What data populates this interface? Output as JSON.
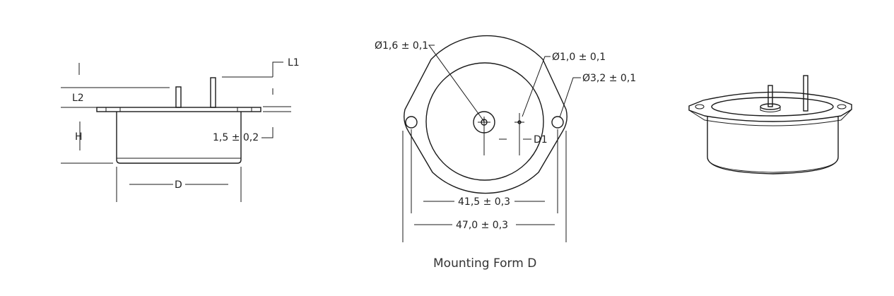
{
  "labels": {
    "l1": "L1",
    "l2": "L2",
    "h": "H",
    "d": "D",
    "d1": "D1",
    "tol_flange": "1,5 ± 0,2",
    "hole_small": "Ø1,6 ± 0,1",
    "pin_dia": "Ø1,0 ± 0,1",
    "hole_mount": "Ø3,2 ± 0,1",
    "span_inner": "41,5 ± 0,3",
    "span_outer": "47,0 ± 0,3"
  },
  "caption": "Mounting Form D"
}
